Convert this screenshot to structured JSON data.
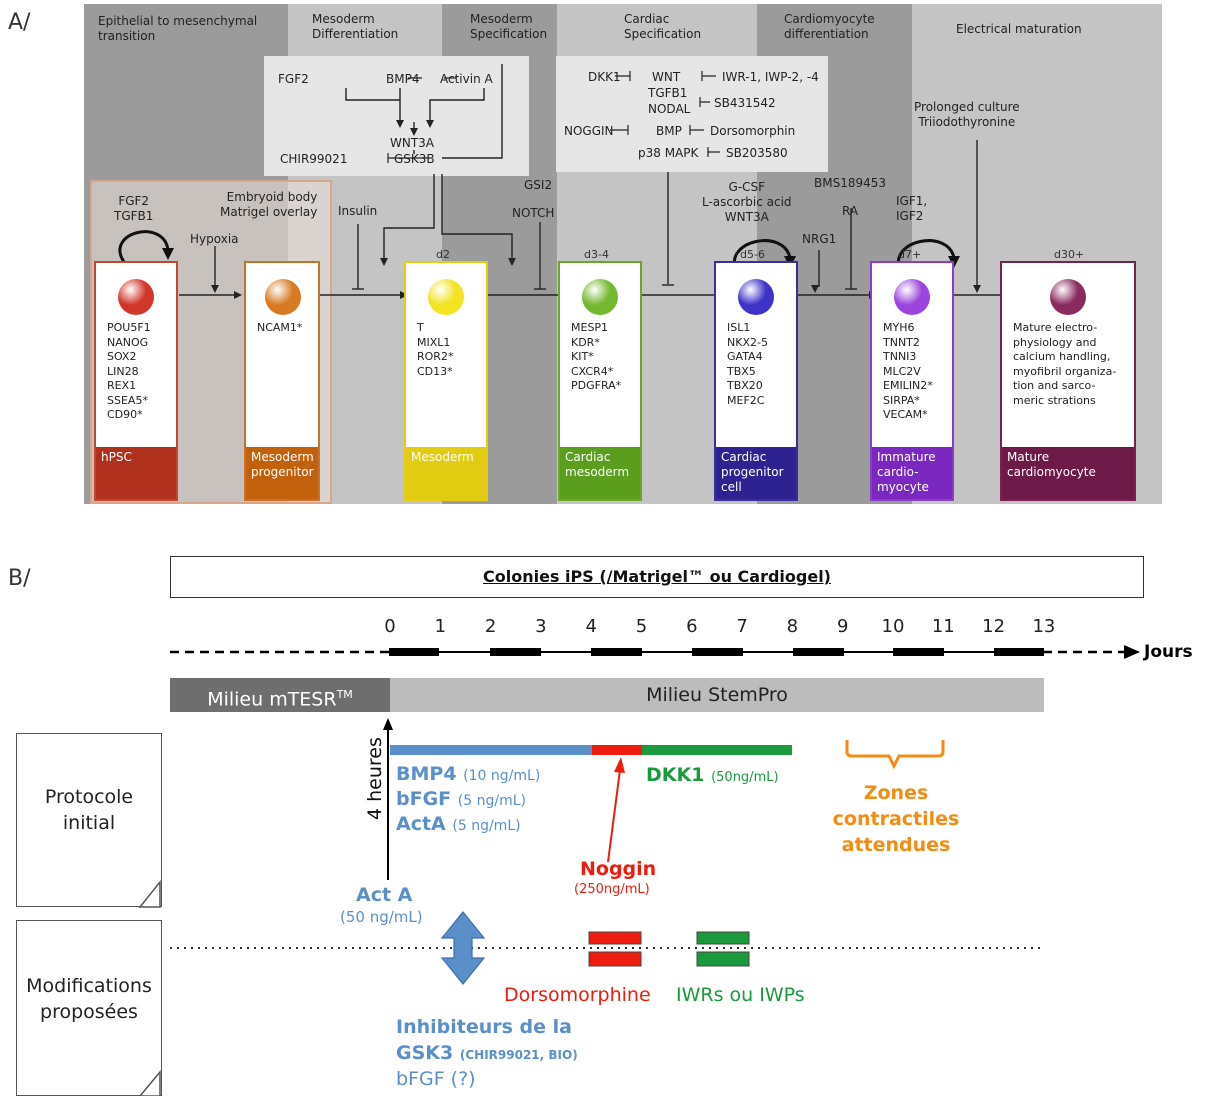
{
  "panel_labels": {
    "a": "A/",
    "b": "B/"
  },
  "panel_a": {
    "headers": [
      {
        "id": "emt",
        "text": "Epithelial to mesenchymal\ntransition"
      },
      {
        "id": "mesodiff",
        "text": "Mesoderm\nDifferentiation"
      },
      {
        "id": "mesospec",
        "text": "Mesoderm\nSpecification"
      },
      {
        "id": "cardspec",
        "text": "Cardiac\nSpecification"
      },
      {
        "id": "cmdiff",
        "text": "Cardiomyocyte\ndifferentiation"
      },
      {
        "id": "elec",
        "text": "Electrical maturation"
      }
    ],
    "box1": {
      "fgf2": "FGF2",
      "bmp4": "BMP4",
      "activin": "Activin A",
      "wnt3a": "WNT3A",
      "gsk3b": "GSK3B",
      "chir": "CHIR99021"
    },
    "box2": {
      "dkk1": "DKK1",
      "wnt": "WNT",
      "iwr": "IWR-1, IWP-2, -4",
      "tgfb1": "TGFB1",
      "nodal": "NODAL",
      "sb431542": "SB431542",
      "noggin": "NOGGIN",
      "bmp": "BMP",
      "dorsomorphin": "Dorsomorphin",
      "p38": "p38 MAPK",
      "sb203580": "SB203580"
    },
    "factors": {
      "fgf2_tgfb1": "FGF2\nTGFB1",
      "hypoxia": "Hypoxia",
      "eb": "Embryoid body\nMatrigel overlay",
      "insulin": "Insulin",
      "gsi2": "GSI2",
      "notch": "NOTCH",
      "gcsf": "G-CSF\nL-ascorbic acid\nWNT3A",
      "bms": "BMS189453",
      "ra": "RA",
      "nrg1": "NRG1",
      "igf": "IGF1,\nIGF2",
      "prolonged": "Prolonged culture\nTriiodothyronine"
    },
    "stages": [
      {
        "id": "hpsc",
        "day": "",
        "markers": "POU5F1\nNANOG\nSOX2\nLIN28\nREX1\nSSEA5*\nCD90*",
        "label": "hPSC",
        "border": "#c4452f",
        "foot": "#b0301e",
        "ball": "#d2352a"
      },
      {
        "id": "mesoprog",
        "day": "",
        "markers": "NCAM1*",
        "label": "Mesoderm\nprogenitor",
        "border": "#c8702e",
        "foot": "#c2600c",
        "ball": "#d87a22"
      },
      {
        "id": "meso",
        "day": "d2",
        "markers": "T\nMIXL1\nROR2*\nCD13*",
        "label": "Mesoderm",
        "border": "#e6cc10",
        "foot": "#e2cc12",
        "ball": "#f3e320"
      },
      {
        "id": "cardmeso",
        "day": "d3-4",
        "markers": "MESP1\nKDR*\nKIT*\nCXCR4*\nPDGFRA*",
        "label": "Cardiac\nmesoderm",
        "border": "#68a92a",
        "foot": "#5b9e1e",
        "ball": "#74b830"
      },
      {
        "id": "cardprog",
        "day": "d5-6",
        "markers": "ISL1\nNKX2-5\nGATA4\nTBX5\nTBX20\nMEF2C",
        "label": "Cardiac\nprogenitor\ncell",
        "border": "#3a2d9e",
        "foot": "#2d2290",
        "ball": "#3e33c8"
      },
      {
        "id": "immature",
        "day": "d7+",
        "markers": "MYH6\nTNNT2\nTNNI3\nMLC2V\nEMILIN2*\nSIRPA*\nVECAM*",
        "label": "Immature\ncardio-\nmyocyte",
        "border": "#8a3ec4",
        "foot": "#7a28c0",
        "ball": "#9c45dc"
      },
      {
        "id": "mature",
        "day": "d30+",
        "markers": "Mature electro-\nphysiology and\ncalcium handling,\nmyofibril organiza-\ntion and sarco-\nmeric strations",
        "label": "Mature\ncardiomyocyte",
        "border": "#7a2050",
        "foot": "#6e1a48",
        "ball": "#8a2a5e"
      }
    ]
  },
  "panel_b": {
    "colonies": "Colonies iPS (/Matrigel™ ou Cardiogel)",
    "days": [
      "0",
      "1",
      "2",
      "3",
      "4",
      "5",
      "6",
      "7",
      "8",
      "9",
      "10",
      "11",
      "12",
      "13"
    ],
    "jours": "Jours",
    "medium1": "Milieu mTESR",
    "medium1_sup": "TM",
    "medium2": "Milieu StemPro",
    "protocole": "Protocole\ninitial",
    "modifs": "Modifications\nproposées",
    "heures": "4 heures",
    "factors": [
      {
        "name": "BMP4",
        "conc": "(10 ng/mL)"
      },
      {
        "name": "bFGF",
        "conc": "(5 ng/mL)"
      },
      {
        "name": "ActA",
        "conc": "(5 ng/mL)"
      }
    ],
    "acta_name": "Act A",
    "acta_conc": "(50 ng/mL)",
    "dkk1_name": "DKK1",
    "dkk1_conc": "(50ng/mL)",
    "noggin_name": "Noggin",
    "noggin_conc": "(250ng/mL)",
    "zones": "Zones\ncontractiles\nattendues",
    "dorso": "Dorsomorphine",
    "iwrs": "IWRs ou IWPs",
    "inhib1": "Inhibiteurs de la",
    "inhib2": "GSK3",
    "inhib2_small": "(CHIR99021, BIO)",
    "bfgf_q": "bFGF (?)",
    "colors": {
      "blue": "#5b8fc9",
      "red": "#ee1c0e",
      "green": "#1a9a3d",
      "orange": "#f28c14"
    }
  }
}
